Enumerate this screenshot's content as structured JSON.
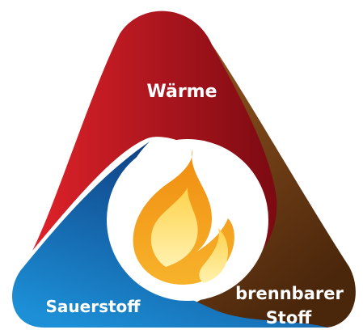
{
  "diagram": {
    "segments": [
      {
        "id": "heat",
        "label": "Wärme",
        "color_light": "#e0222a",
        "color_dark": "#7c0a12"
      },
      {
        "id": "fuel",
        "label_lines": [
          "brennbarer",
          "Stoff"
        ],
        "color_light": "#9a5a22",
        "color_dark": "#4a260b"
      },
      {
        "id": "oxygen",
        "label": "Sauerstoff",
        "color_light": "#1c8fd6",
        "color_dark": "#0d2f72"
      }
    ],
    "center_icon": "flame-icon",
    "flame_colors": {
      "outer": "#f4a51c",
      "inner": "#ffe680"
    }
  }
}
